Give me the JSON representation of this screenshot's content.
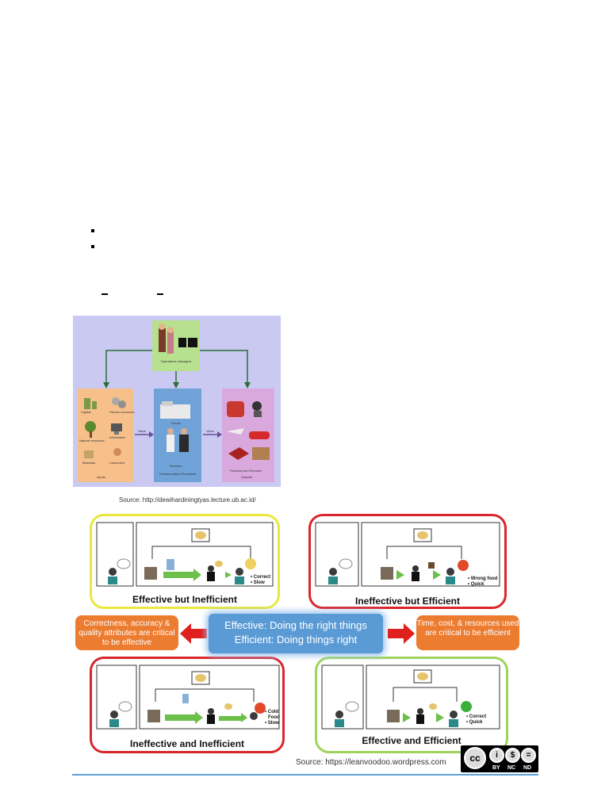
{
  "figure1": {
    "source": "Source: http://dewihardiningtyas.lecture.ub.ac.id/",
    "manager_label": "Operations managers",
    "inputs": {
      "items": [
        "Capital",
        "Human resources",
        "Natural resources",
        "Information",
        "Materials",
        "Customers"
      ],
      "title": "Inputs"
    },
    "process": {
      "top": "Goods",
      "bottom": "Services",
      "title": "Transformation Processes"
    },
    "outputs": {
      "label": "Products and Services",
      "title": "Outputs"
    },
    "flow_labels": [
      "Value",
      "Value"
    ]
  },
  "figure2": {
    "quadrants": [
      {
        "title": "Effective but Inefficient",
        "notes": [
          "• Correct",
          "• Slow"
        ],
        "color": "#e8e83c"
      },
      {
        "title": "Ineffective but Efficient",
        "notes": [
          "• Wrong food",
          "• Quick"
        ],
        "color": "#d9262c"
      },
      {
        "title": "Ineffective and Inefficient",
        "notes": [
          "• Cold",
          "Food",
          "• Slow"
        ],
        "color": "#d9262c"
      },
      {
        "title": "Effective and Efficient",
        "notes": [
          "• Correct",
          "• Quick"
        ],
        "color": "#9ed35b"
      }
    ],
    "center": {
      "line1": "Effective: Doing the right things",
      "line2": "Efficient: Doing things right"
    },
    "left_note": "Correctness, accuracy & quality attributes are critical to be effective",
    "right_note": "Time, cost, & resources used are critical to be efficient",
    "source": "Source: https://leanvoodoo.wordpress.com",
    "license": {
      "badges": [
        "cc",
        "i",
        "$",
        "="
      ],
      "labels": [
        "BY",
        "NC",
        "ND"
      ]
    }
  },
  "colors": {
    "accent_blue": "#5b9bd5",
    "orange": "#ec7c30",
    "arrow_red": "#e0201f",
    "panel_purple": "#c9c9f2"
  }
}
